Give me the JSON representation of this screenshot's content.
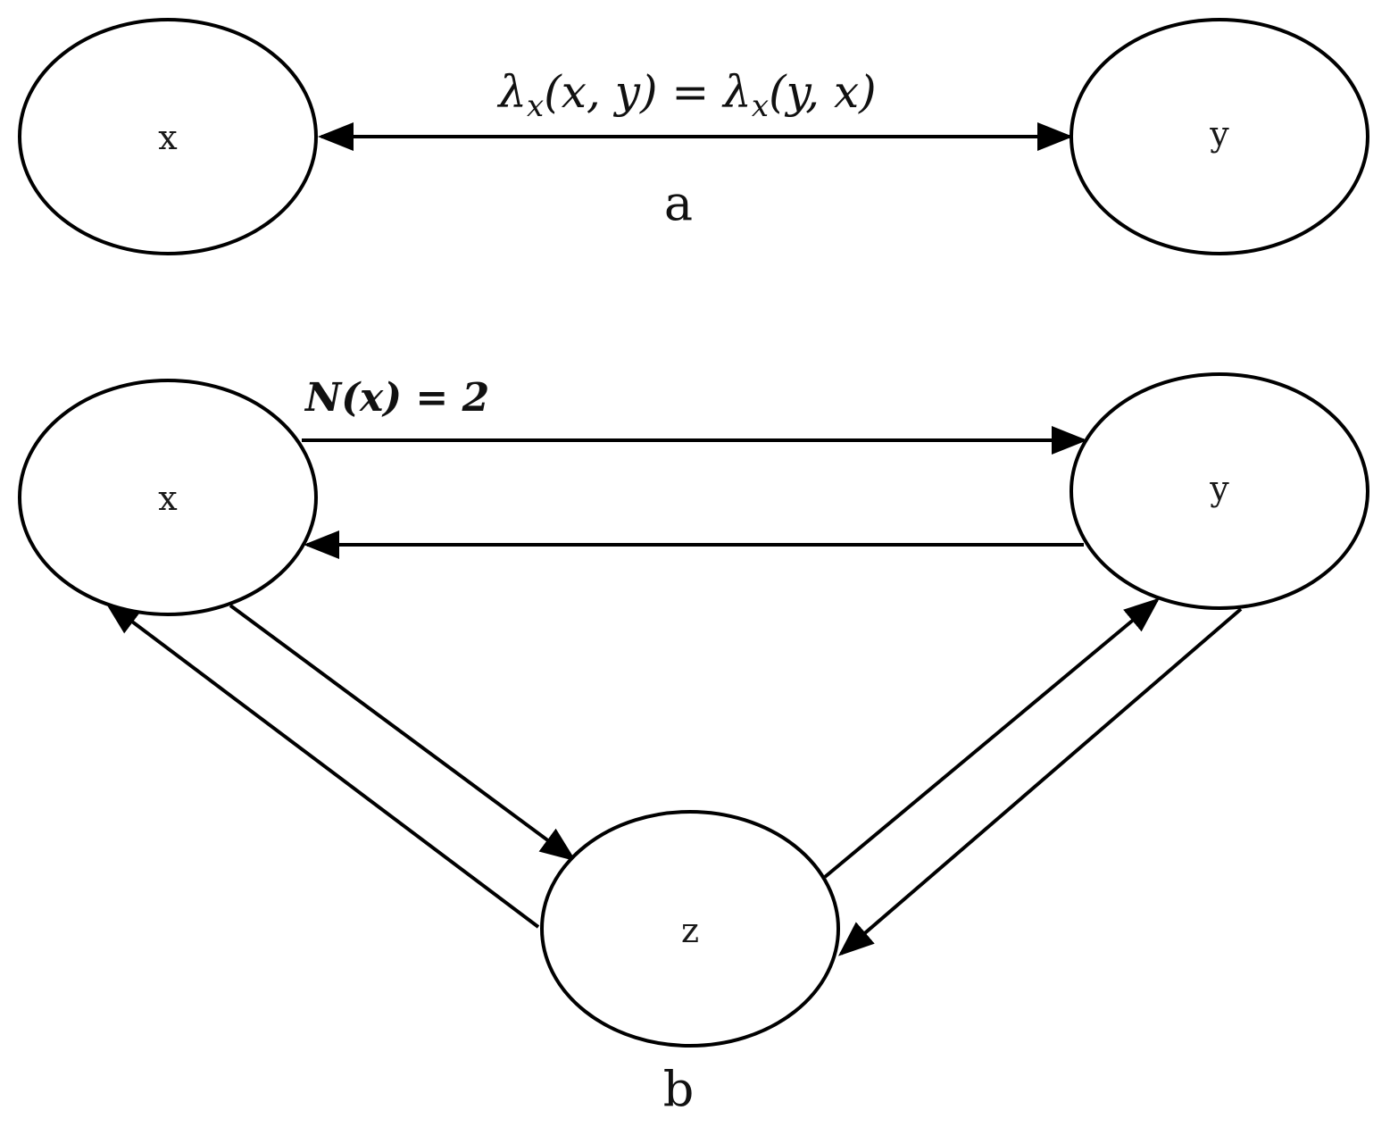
{
  "panels": [
    {
      "id": "a",
      "label": "a",
      "nodes": [
        {
          "id": "x",
          "label": "x"
        },
        {
          "id": "y",
          "label": "y"
        }
      ],
      "edges": [
        {
          "from": "x",
          "to": "y",
          "bidirectional": true
        }
      ],
      "annotation": {
        "lambda": "λ",
        "subscript": "x",
        "lhs_args": "(x, y)",
        "equals": "=",
        "rhs_lambda": "λ",
        "rhs_subscript": "x",
        "rhs_args": "(y, x)"
      }
    },
    {
      "id": "b",
      "label": "b",
      "nodes": [
        {
          "id": "x",
          "label": "x"
        },
        {
          "id": "y",
          "label": "y"
        },
        {
          "id": "z",
          "label": "z"
        }
      ],
      "edges": [
        {
          "from": "x",
          "to": "y"
        },
        {
          "from": "y",
          "to": "x"
        },
        {
          "from": "x",
          "to": "z"
        },
        {
          "from": "z",
          "to": "x"
        },
        {
          "from": "z",
          "to": "y"
        },
        {
          "from": "y",
          "to": "z"
        }
      ],
      "annotation": "N(x) = 2"
    }
  ],
  "colors": {
    "stroke": "#000000",
    "background": "#ffffff"
  }
}
